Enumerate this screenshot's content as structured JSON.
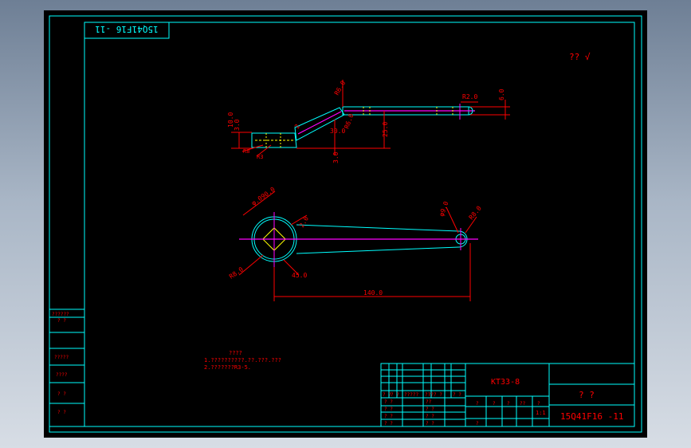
{
  "drawing": {
    "title_stamp": "15Q41F16 -11",
    "corner_marks": "?? √",
    "notes_title": "????",
    "notes_line1": "1.??????????.??.???.???",
    "notes_line2": "2.???????R3-5.",
    "left_block": [
      "??????",
      "?   ?",
      "?????",
      "????",
      "?   ?",
      "?   ?"
    ]
  },
  "title_block": {
    "part_name": "KT33-8",
    "company": "?   ?",
    "drawing_no": "15Q41F16 -11",
    "scale": "1:1",
    "cells_a": [
      "? ?",
      "? ?",
      "? ?",
      "? ?",
      "? ?"
    ],
    "cells_b": [
      "??",
      "? ?",
      "? ?",
      "? ?",
      "? ?"
    ],
    "header_row": [
      "? ?",
      "? ?",
      "?????",
      "???",
      "? ?",
      "? ?"
    ],
    "mid_row": [
      "?",
      "?",
      "?",
      "??",
      "?"
    ]
  },
  "dimensions": {
    "d_10": "10.0",
    "d_3": "3.0",
    "d_r8": "R8",
    "d_r3": "R3",
    "d_r6": "R6.0",
    "d_30": "30.0",
    "d_r60": "R6.0",
    "d_2": "2",
    "d_30b": "3.0",
    "d_r20": "R2.0",
    "d_60": "6.0",
    "d_250": "25.0",
    "d_phi": "φ.090.0",
    "d_20": "2.0",
    "d_r8b": "R8.0",
    "d_45": "45.0",
    "d_90": "φ9.0",
    "d_r80": "R8.0",
    "d_140": "140.0"
  }
}
